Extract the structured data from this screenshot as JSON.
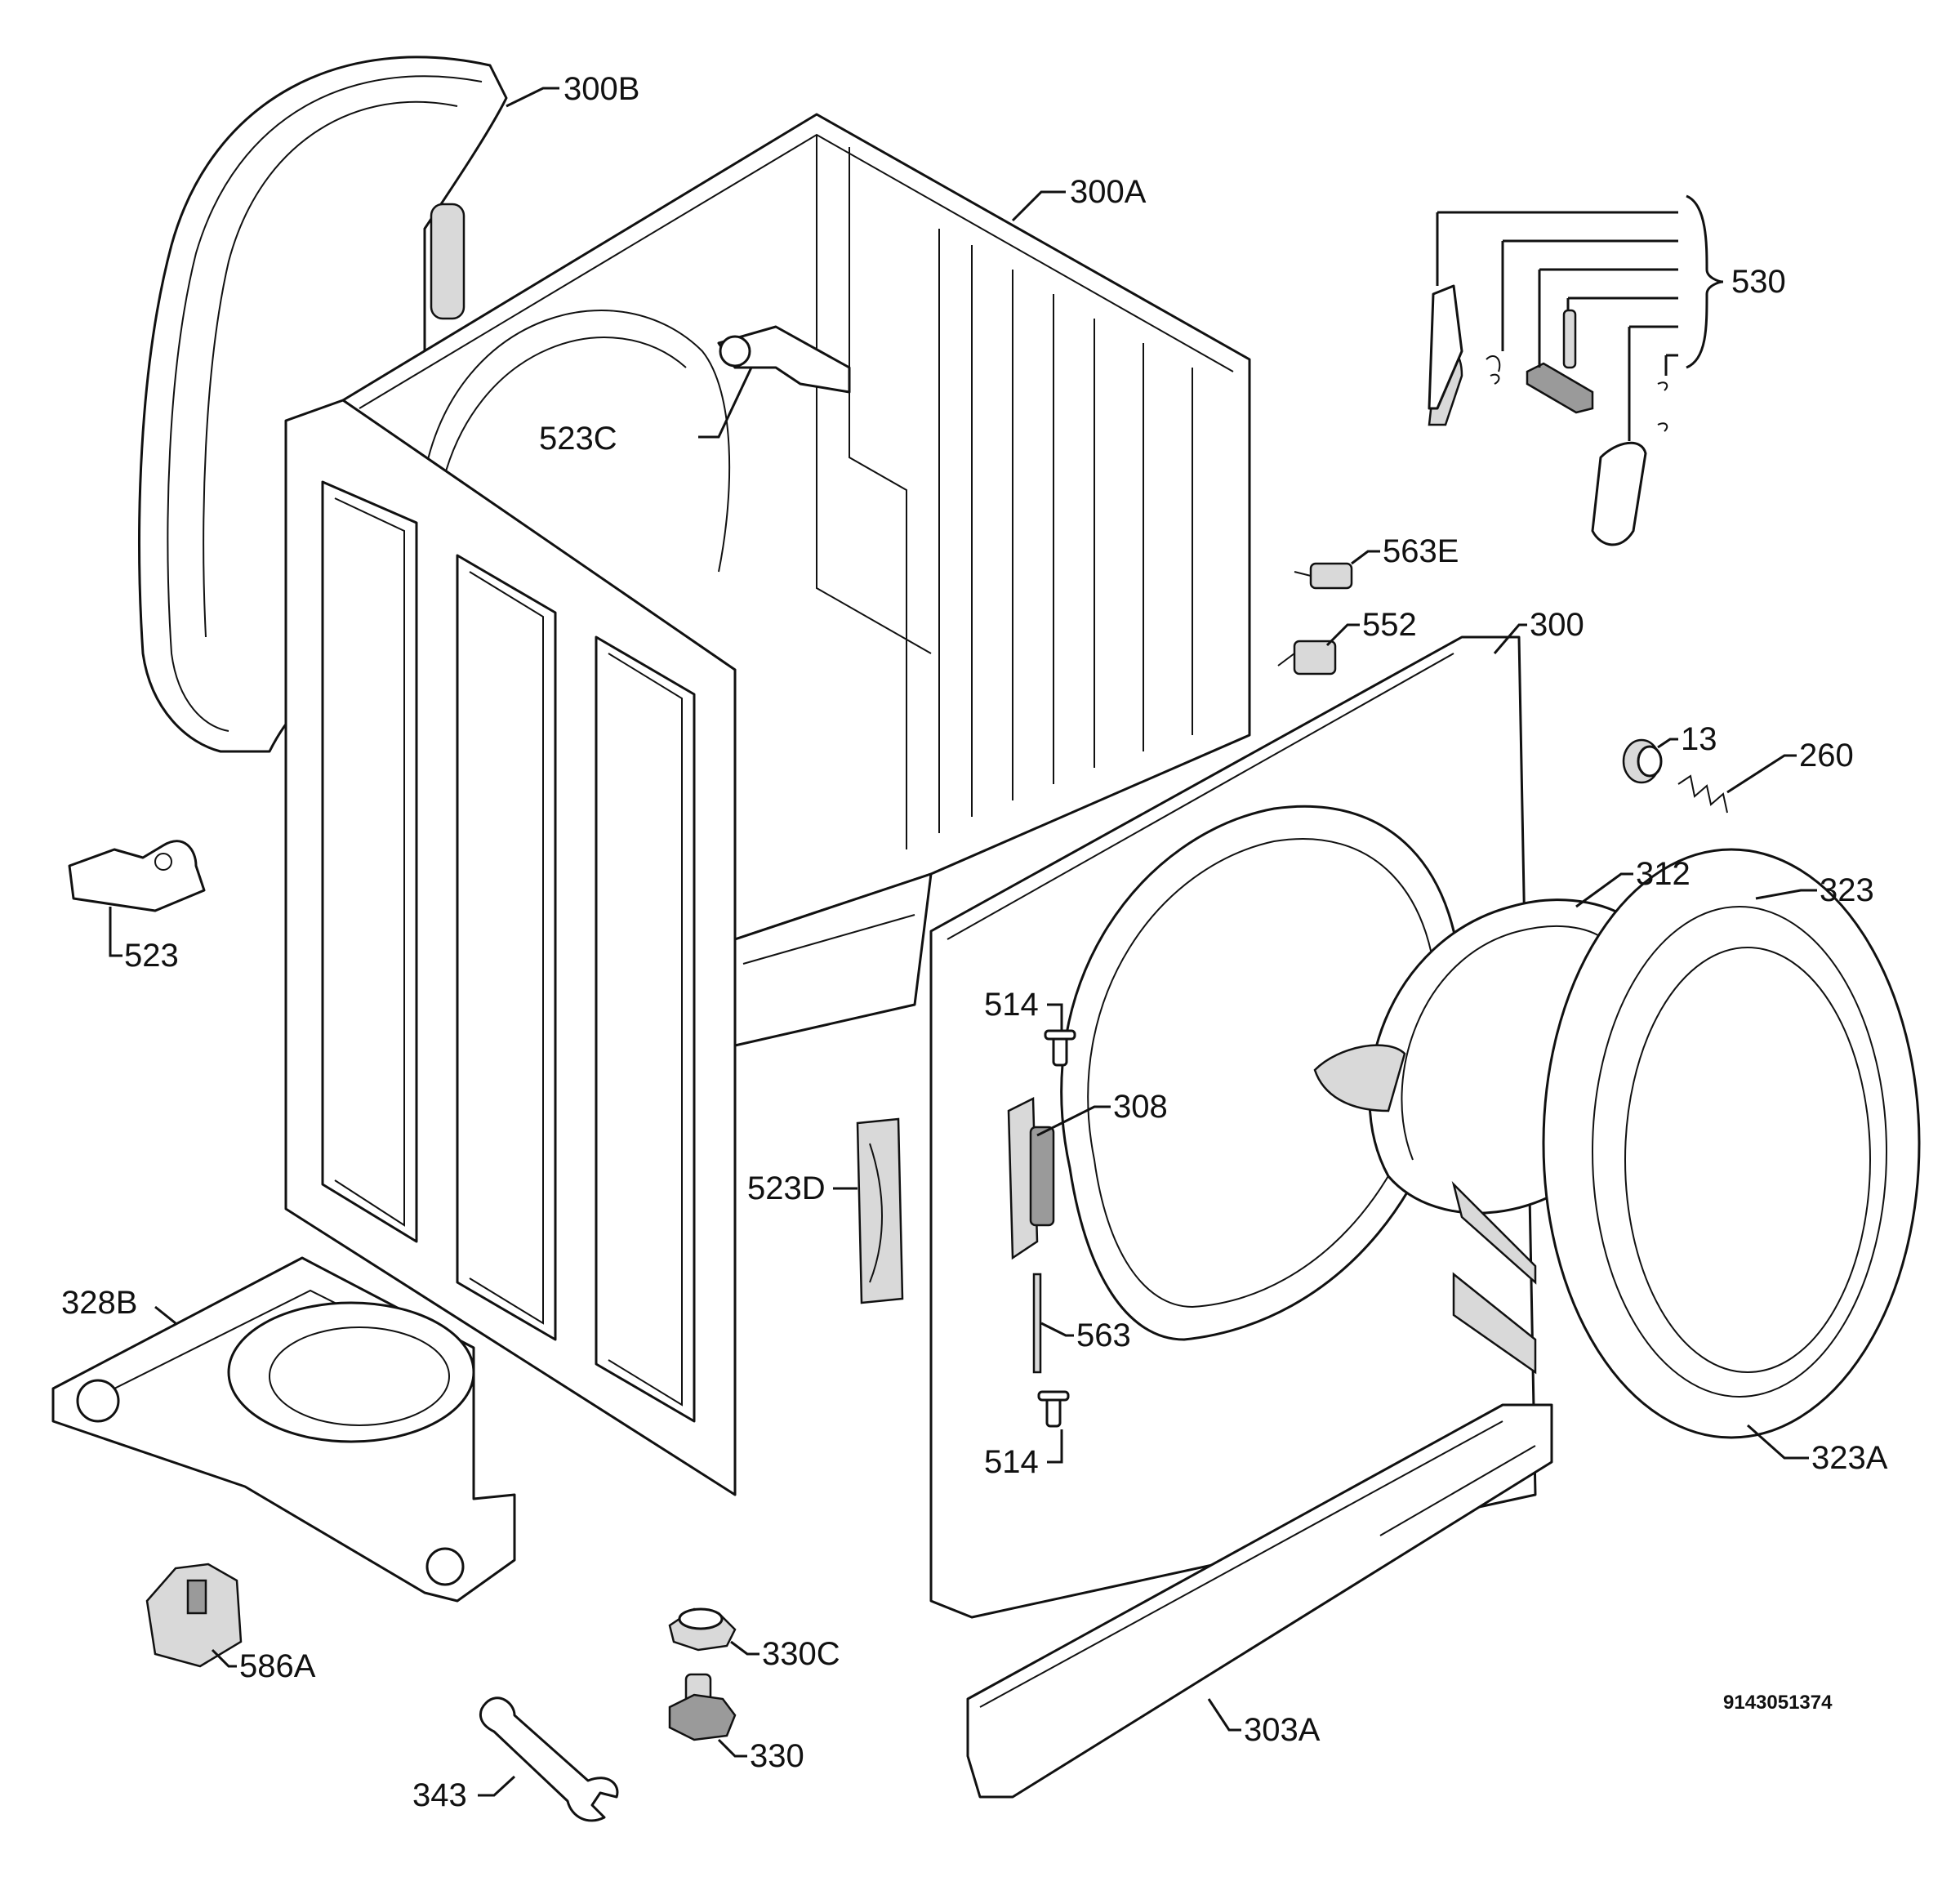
{
  "diagram": {
    "drawing_number": "9143051374",
    "labels": {
      "l300B": "300B",
      "l300A": "300A",
      "l530": "530",
      "l523C": "523C",
      "l563E": "563E",
      "l552": "552",
      "l300": "300",
      "l13": "13",
      "l260": "260",
      "l312": "312",
      "l323": "323",
      "l523": "523",
      "l514a": "514",
      "l308": "308",
      "l523D": "523D",
      "l328B": "328B",
      "l563": "563",
      "l514b": "514",
      "l323A": "323A",
      "l586A": "586A",
      "l330C": "330C",
      "l330": "330",
      "l303A": "303A",
      "l343": "343"
    }
  }
}
